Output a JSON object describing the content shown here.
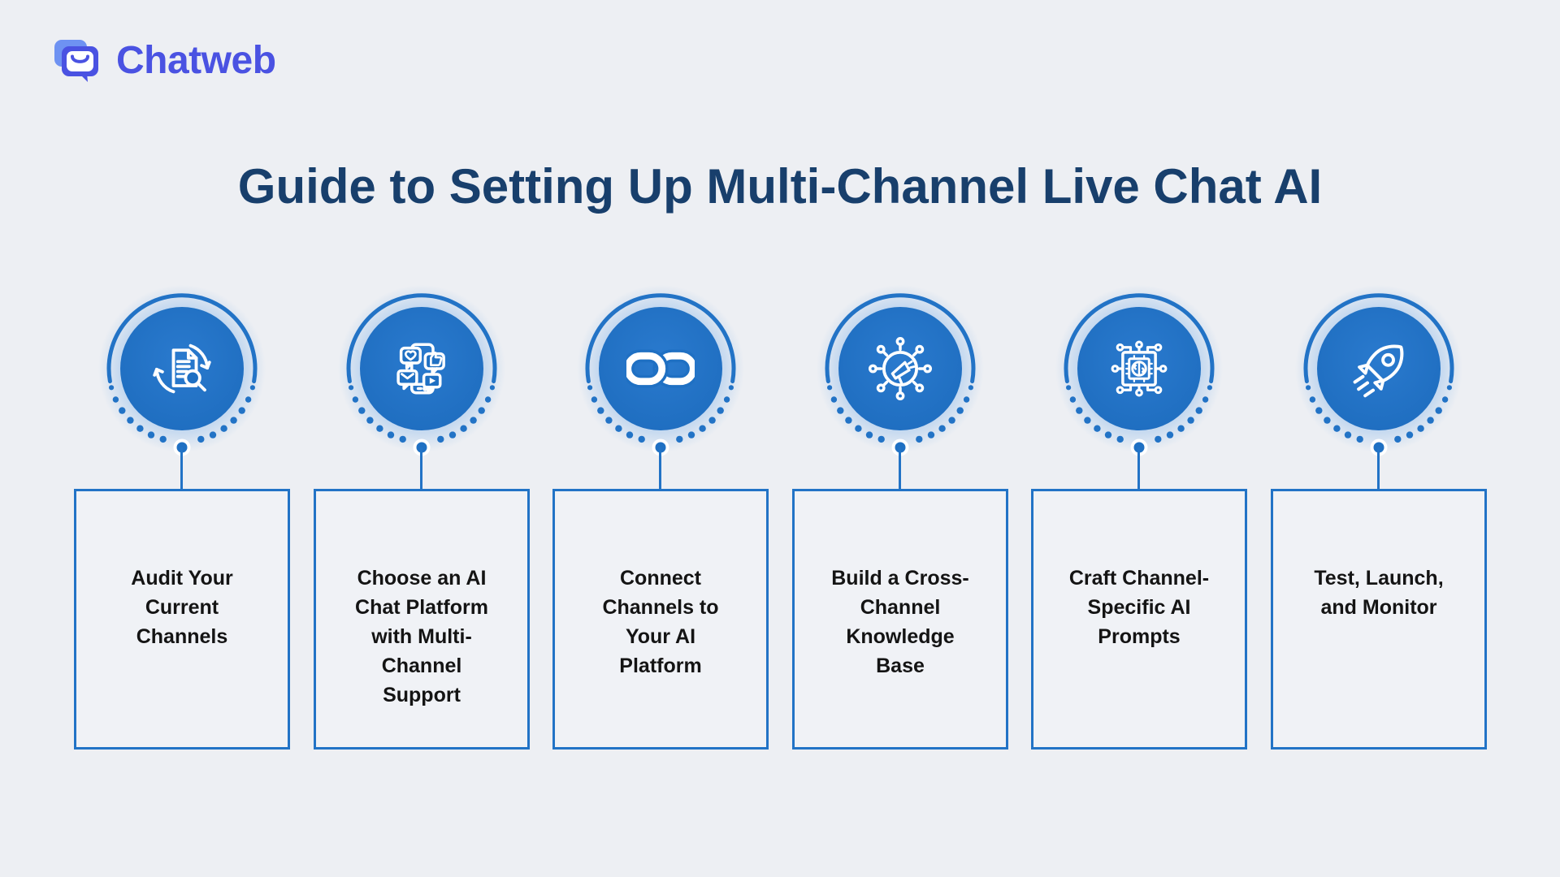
{
  "brand": {
    "name": "Chatweb",
    "icon": "chat-bubble-logo-icon"
  },
  "title": "Guide to Setting Up Multi-Channel Live Chat AI",
  "steps": [
    {
      "label": [
        "Audit Your",
        "Current",
        "Channels"
      ],
      "icon": "audit-document-search-icon"
    },
    {
      "label": [
        "Choose an AI",
        "Chat Platform",
        "with Multi-",
        "Channel",
        "Support"
      ],
      "icon": "multichannel-social-icon"
    },
    {
      "label": [
        "Connect",
        "Channels to",
        "Your AI",
        "Platform"
      ],
      "icon": "chain-link-icon"
    },
    {
      "label": [
        "Build a Cross-",
        "Channel",
        "Knowledge",
        "Base"
      ],
      "icon": "broadcast-network-icon"
    },
    {
      "label": [
        "Craft Channel-",
        "Specific AI",
        "Prompts"
      ],
      "icon": "ai-chip-brain-icon"
    },
    {
      "label": [
        "Test, Launch,",
        "and Monitor"
      ],
      "icon": "rocket-launch-icon"
    }
  ],
  "colors": {
    "background": "#edeff3",
    "box_background": "#f0f2f6",
    "accent_blue": "#1f70c3",
    "outline_blue": "#2273c6",
    "title_navy": "#183f6c",
    "brand_indigo": "#4a52e2",
    "brand_light_blue": "#6e92f2",
    "step_text": "#141414"
  }
}
